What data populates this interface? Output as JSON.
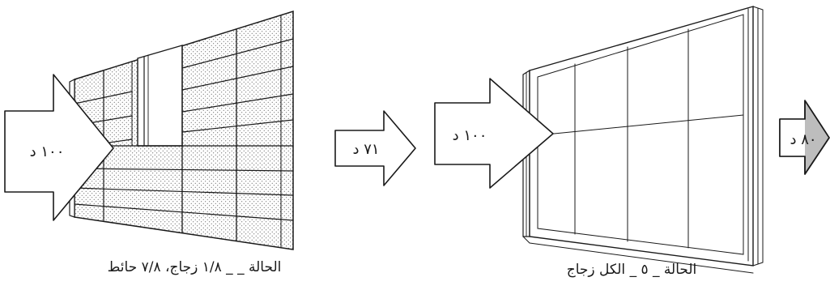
{
  "case_a": {
    "incoming_arrow": "١٠٠ د",
    "outgoing_arrow": "٧١ د",
    "caption": "الحالة _ _ ١/٨ زجاج، ٧/٨ حائط"
  },
  "case_b": {
    "incoming_arrow": "١٠٠ د",
    "outgoing_arrow": "٨٠ د",
    "caption": "الحالة _ ٥ _ الكل زجاج"
  }
}
